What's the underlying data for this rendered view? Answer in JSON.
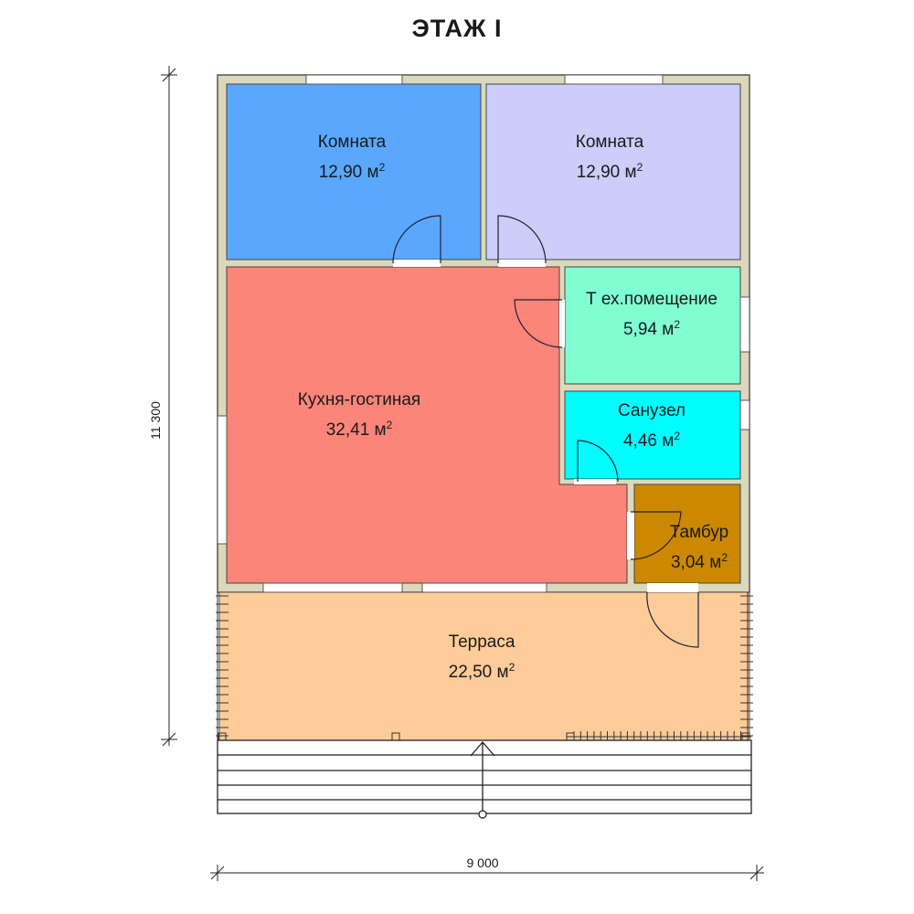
{
  "title": "ЭТАЖ I",
  "unit": "м",
  "rooms": [
    {
      "name": "Комната",
      "area": "12,90",
      "color": "#5aa8fe"
    },
    {
      "name": "Комната",
      "area": "12,90",
      "color": "#cccdf9"
    },
    {
      "name": "Кухня-гостиная",
      "area": "32,41",
      "color": "#fb8579"
    },
    {
      "name": "Т ех.помещение",
      "area": "5,94",
      "color": "#80fed2"
    },
    {
      "name": "Санузел",
      "area": "4,46",
      "color": "#00fefe"
    },
    {
      "name": "Тамбур",
      "area": "3,04",
      "color": "#cc8800"
    },
    {
      "name": "Терраса",
      "area": "22,50",
      "color": "#fecc99"
    }
  ],
  "dimensions": {
    "height": "11 300",
    "width": "9 000"
  },
  "colors": {
    "wall": "#dcd8bd",
    "outline": "#555555"
  }
}
